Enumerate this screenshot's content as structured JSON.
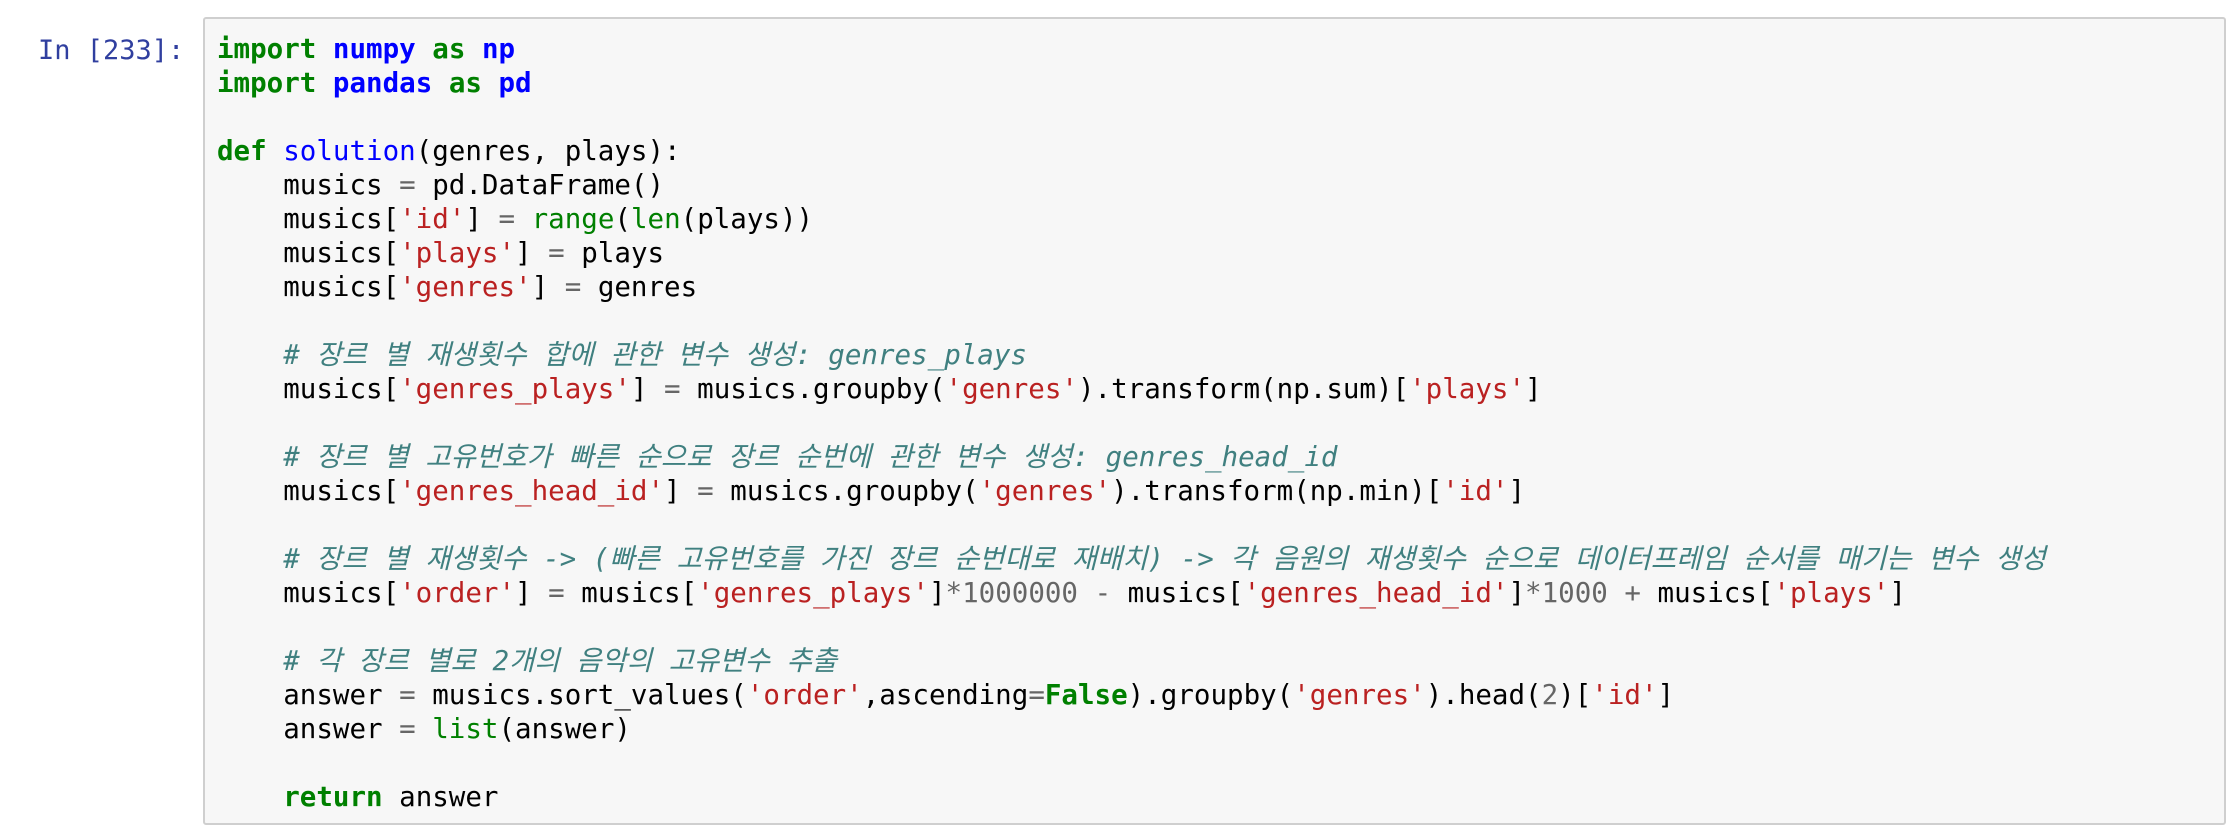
{
  "cell": {
    "prompt": "In [233]:",
    "lines": [
      [
        {
          "t": "import",
          "c": "kw"
        },
        {
          "t": " "
        },
        {
          "t": "numpy",
          "c": "mod"
        },
        {
          "t": " "
        },
        {
          "t": "as",
          "c": "kw"
        },
        {
          "t": " "
        },
        {
          "t": "np",
          "c": "mod"
        }
      ],
      [
        {
          "t": "import",
          "c": "kw"
        },
        {
          "t": " "
        },
        {
          "t": "pandas",
          "c": "mod"
        },
        {
          "t": " "
        },
        {
          "t": "as",
          "c": "kw"
        },
        {
          "t": " "
        },
        {
          "t": "pd",
          "c": "mod"
        }
      ],
      [],
      [
        {
          "t": "def",
          "c": "kw"
        },
        {
          "t": " "
        },
        {
          "t": "solution",
          "c": "fn"
        },
        {
          "t": "(genres, plays):"
        }
      ],
      [
        {
          "t": "    musics "
        },
        {
          "t": "=",
          "c": "op"
        },
        {
          "t": " pd.DataFrame()"
        }
      ],
      [
        {
          "t": "    musics["
        },
        {
          "t": "'id'",
          "c": "str"
        },
        {
          "t": "] "
        },
        {
          "t": "=",
          "c": "op"
        },
        {
          "t": " "
        },
        {
          "t": "range",
          "c": "bi"
        },
        {
          "t": "("
        },
        {
          "t": "len",
          "c": "bi"
        },
        {
          "t": "(plays))"
        }
      ],
      [
        {
          "t": "    musics["
        },
        {
          "t": "'plays'",
          "c": "str"
        },
        {
          "t": "] "
        },
        {
          "t": "=",
          "c": "op"
        },
        {
          "t": " plays"
        }
      ],
      [
        {
          "t": "    musics["
        },
        {
          "t": "'genres'",
          "c": "str"
        },
        {
          "t": "] "
        },
        {
          "t": "=",
          "c": "op"
        },
        {
          "t": " genres"
        }
      ],
      [],
      [
        {
          "t": "    "
        },
        {
          "t": "# 장르 별 재생횟수 합에 관한 변수 생성: genres_plays",
          "c": "cm"
        }
      ],
      [
        {
          "t": "    musics["
        },
        {
          "t": "'genres_plays'",
          "c": "str"
        },
        {
          "t": "] "
        },
        {
          "t": "=",
          "c": "op"
        },
        {
          "t": " musics.groupby("
        },
        {
          "t": "'genres'",
          "c": "str"
        },
        {
          "t": ").transform(np.sum)["
        },
        {
          "t": "'plays'",
          "c": "str"
        },
        {
          "t": "]"
        }
      ],
      [],
      [
        {
          "t": "    "
        },
        {
          "t": "# 장르 별 고유번호가 빠른 순으로 장르 순번에 관한 변수 생성: genres_head_id",
          "c": "cm"
        }
      ],
      [
        {
          "t": "    musics["
        },
        {
          "t": "'genres_head_id'",
          "c": "str"
        },
        {
          "t": "] "
        },
        {
          "t": "=",
          "c": "op"
        },
        {
          "t": " musics.groupby("
        },
        {
          "t": "'genres'",
          "c": "str"
        },
        {
          "t": ").transform(np.min)["
        },
        {
          "t": "'id'",
          "c": "str"
        },
        {
          "t": "]"
        }
      ],
      [],
      [
        {
          "t": "    "
        },
        {
          "t": "# 장르 별 재생횟수 -> (빠른 고유번호를 가진 장르 순번대로 재배치) -> 각 음원의 재생횟수 순으로 데이터프레임 순서를 매기는 변수 생성",
          "c": "cm"
        }
      ],
      [
        {
          "t": "    musics["
        },
        {
          "t": "'order'",
          "c": "str"
        },
        {
          "t": "] "
        },
        {
          "t": "=",
          "c": "op"
        },
        {
          "t": " musics["
        },
        {
          "t": "'genres_plays'",
          "c": "str"
        },
        {
          "t": "]"
        },
        {
          "t": "*",
          "c": "op"
        },
        {
          "t": "1000000",
          "c": "num"
        },
        {
          "t": " "
        },
        {
          "t": "-",
          "c": "op"
        },
        {
          "t": " musics["
        },
        {
          "t": "'genres_head_id'",
          "c": "str"
        },
        {
          "t": "]"
        },
        {
          "t": "*",
          "c": "op"
        },
        {
          "t": "1000",
          "c": "num"
        },
        {
          "t": " "
        },
        {
          "t": "+",
          "c": "op"
        },
        {
          "t": " musics["
        },
        {
          "t": "'plays'",
          "c": "str"
        },
        {
          "t": "]"
        }
      ],
      [],
      [
        {
          "t": "    "
        },
        {
          "t": "# 각 장르 별로 2개의 음악의 고유변수 추출",
          "c": "cm"
        }
      ],
      [
        {
          "t": "    answer "
        },
        {
          "t": "=",
          "c": "op"
        },
        {
          "t": " musics.sort_values("
        },
        {
          "t": "'order'",
          "c": "str"
        },
        {
          "t": ",ascending"
        },
        {
          "t": "=",
          "c": "op"
        },
        {
          "t": "False",
          "c": "kw"
        },
        {
          "t": ").groupby("
        },
        {
          "t": "'genres'",
          "c": "str"
        },
        {
          "t": ").head("
        },
        {
          "t": "2",
          "c": "num"
        },
        {
          "t": ")["
        },
        {
          "t": "'id'",
          "c": "str"
        },
        {
          "t": "]"
        }
      ],
      [
        {
          "t": "    answer "
        },
        {
          "t": "=",
          "c": "op"
        },
        {
          "t": " "
        },
        {
          "t": "list",
          "c": "bi"
        },
        {
          "t": "(answer)"
        }
      ],
      [],
      [
        {
          "t": "    "
        },
        {
          "t": "return",
          "c": "kw"
        },
        {
          "t": " answer"
        }
      ]
    ]
  }
}
